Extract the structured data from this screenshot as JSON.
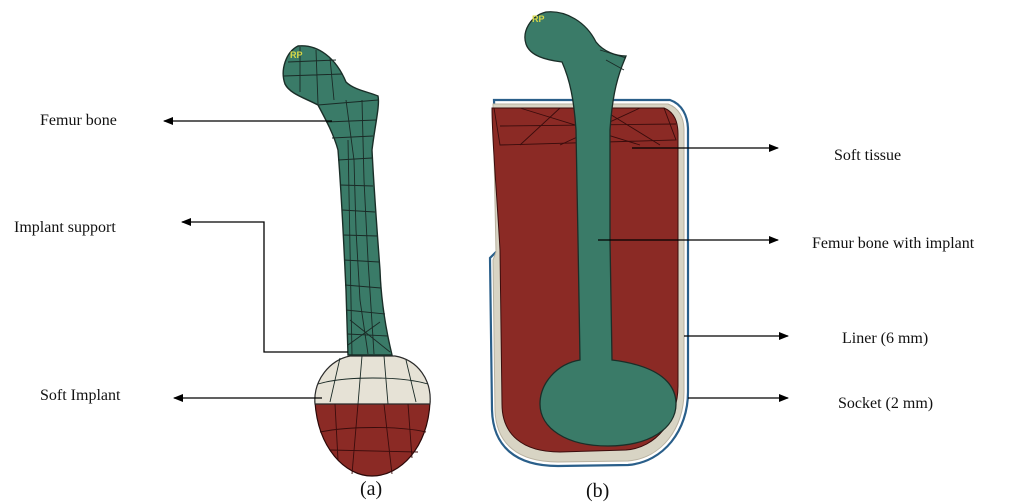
{
  "labels": {
    "femur_bone": "Femur bone",
    "implant_support": "Implant support",
    "soft_implant": "Soft Implant",
    "soft_tissue": "Soft tissue",
    "femur_bone_with_implant": "Femur bone with implant",
    "liner": "Liner (6 mm)",
    "socket": "Socket (2 mm)"
  },
  "captions": {
    "a": "(a)",
    "b": "(b)"
  },
  "reference_point": "RP",
  "colors": {
    "bone": "#3a7b68",
    "tissue": "#8b2a25",
    "liner": "#d8d4c4",
    "socket_outline": "#2a5f8a"
  }
}
